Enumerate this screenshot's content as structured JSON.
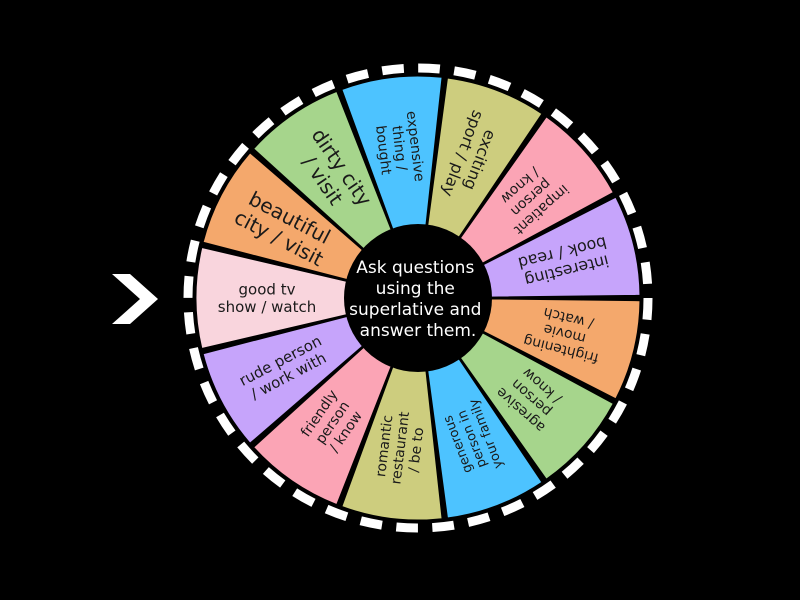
{
  "wheel": {
    "center_text": [
      "Ask questions",
      "using the",
      "superlative and",
      "answer them."
    ],
    "colors": {
      "background": "#000000",
      "border": "#ffffff",
      "hub": "#000000",
      "pointer": "#ffffff"
    },
    "pointer_icon": "chevron-right-icon",
    "segments": [
      {
        "lines": [
          "good tv",
          "show / watch"
        ],
        "color": "#f9d5dd"
      },
      {
        "lines": [
          "beautiful",
          "city / visit"
        ],
        "color": "#f4a86c"
      },
      {
        "lines": [
          "dirty city",
          "/ visit"
        ],
        "color": "#a6d58c"
      },
      {
        "lines": [
          "expensive",
          "thing /",
          "bought"
        ],
        "color": "#4dc3ff"
      },
      {
        "lines": [
          "exciting",
          "sport / play"
        ],
        "color": "#cdcd7e"
      },
      {
        "lines": [
          "impatient",
          "person",
          "/ know"
        ],
        "color": "#fba4b5"
      },
      {
        "lines": [
          "interesting",
          "book / read"
        ],
        "color": "#c6a4fb"
      },
      {
        "lines": [
          "frightening",
          "movie",
          "/ watch"
        ],
        "color": "#f4a86c"
      },
      {
        "lines": [
          "agresive",
          "person",
          "/ know"
        ],
        "color": "#a6d58c"
      },
      {
        "lines": [
          "generous",
          "person in",
          "your family"
        ],
        "color": "#4dc3ff"
      },
      {
        "lines": [
          "romantic",
          "restaurant",
          "/ be to"
        ],
        "color": "#cdcd7e"
      },
      {
        "lines": [
          "friendly",
          "person",
          "/ know"
        ],
        "color": "#fba4b5"
      },
      {
        "lines": [
          "rude person",
          "/ work with"
        ],
        "color": "#c6a4fb"
      }
    ]
  }
}
